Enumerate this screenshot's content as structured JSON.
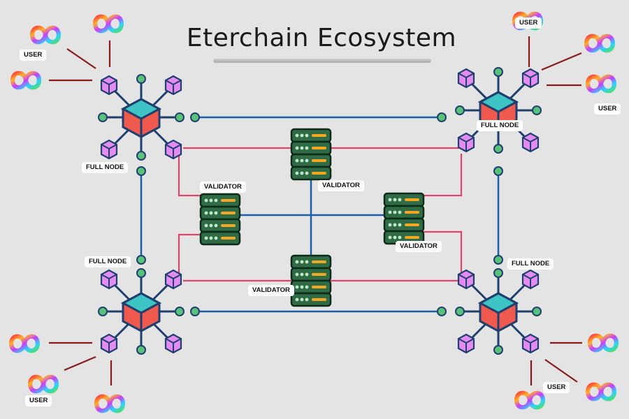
{
  "title": "Eterchain Ecosystem",
  "labels": {
    "user": "USER",
    "full_node": "FULL NODE",
    "validator": "VALIDATOR"
  },
  "colors": {
    "background": "#e4e4e4",
    "blue_link": "#1f5fa8",
    "red_link": "#e0446a",
    "user_link": "#8b1a1a",
    "node_stroke": "#1f3f6e",
    "port_green": "#59c27a",
    "cube_purple": "#e48bf2",
    "hub_top": "#3ec4c4",
    "hub_side": "#f05a4e",
    "server_green": "#2f6b45",
    "server_bar": "#f5a623"
  },
  "icons": {
    "user": "infinity-logo-icon",
    "full_node": "network-hub-icon",
    "validator": "server-stack-icon"
  }
}
